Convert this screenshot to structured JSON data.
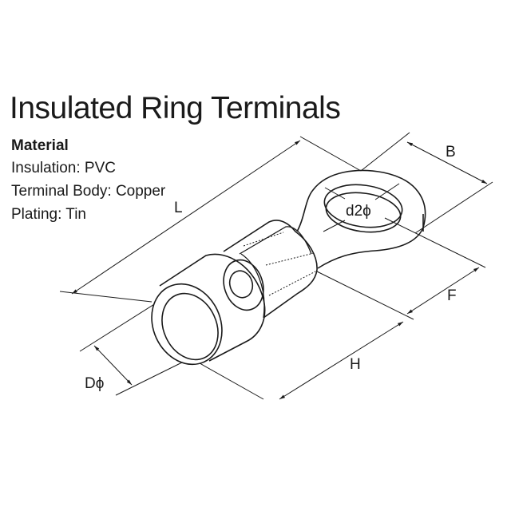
{
  "title": "Insulated Ring Terminals",
  "material": {
    "heading": "Material",
    "lines": [
      "Insulation: PVC",
      "Terminal Body: Copper",
      "Plating: Tin"
    ]
  },
  "dimensions": {
    "L": "L",
    "B": "B",
    "F": "F",
    "H": "H",
    "D": "Dϕ",
    "d2": "d2ϕ"
  },
  "colors": {
    "line": "#1a1a1a",
    "background": "#ffffff"
  }
}
